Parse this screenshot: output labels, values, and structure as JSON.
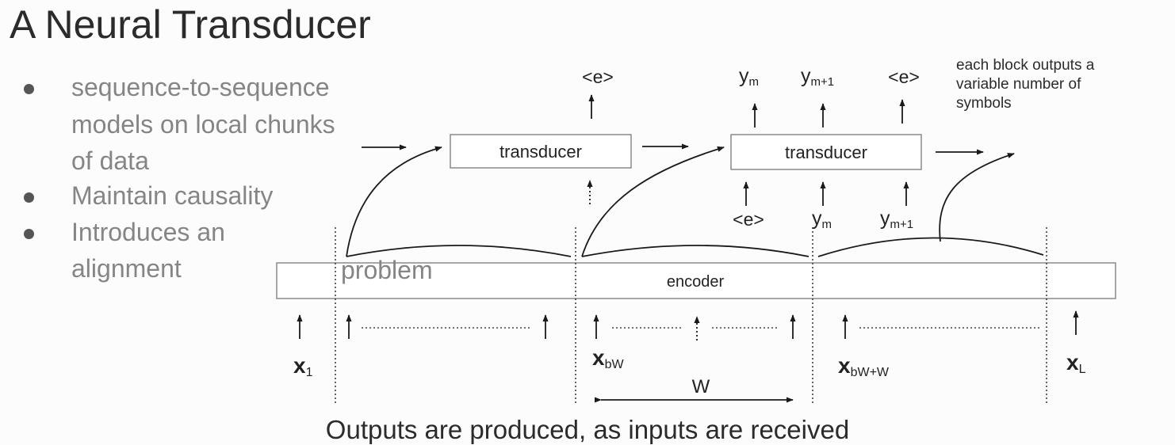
{
  "title": "A Neural Transducer",
  "bullets": [
    {
      "lines": [
        "sequence-to-sequence",
        "models on local chunks",
        "of data"
      ]
    },
    {
      "lines": [
        "Maintain causality"
      ]
    },
    {
      "lines": [
        "Introduces an",
        "alignment"
      ]
    }
  ],
  "overflow_word": "problem",
  "diagram": {
    "transducer_label": "transducer",
    "encoder_label": "encoder",
    "eos_token": "<e>",
    "y_base": "y",
    "y_sub_m": "m",
    "y_sub_m1": "m+1",
    "x_base": "x",
    "x_sub_1": "1",
    "x_sub_bW": "bW",
    "x_sub_bWW": "bW+W",
    "x_sub_L": "L",
    "window_label": "W"
  },
  "note_lines": [
    "each block outputs a",
    "variable number of",
    "symbols"
  ],
  "caption": "Outputs are produced, as inputs are received"
}
